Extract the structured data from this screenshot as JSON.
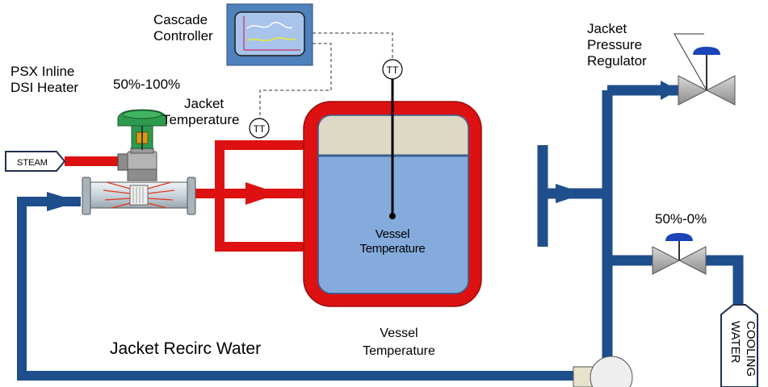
{
  "labels": {
    "cascade_controller": [
      "Cascade",
      "Controller"
    ],
    "heater": [
      "PSX Inline",
      "DSI Heater"
    ],
    "heater_range": "50%-100%",
    "jacket_temperature": [
      "Jacket",
      "Temperature"
    ],
    "vessel_temperature_inside": [
      "Vessel",
      "Temperature"
    ],
    "vessel_temperature_below": [
      "Vessel",
      "Temperature"
    ],
    "jacket_pressure_regulator": [
      "Jacket",
      "Pressure",
      "Regulator"
    ],
    "cooling_valve_range": "50%-0%",
    "jacket_recirc_water": "Jacket Recirc Water",
    "steam": "STEAM",
    "cooling_water": [
      "COOLING",
      "WATER"
    ],
    "tt_jacket": "TT",
    "tt_vessel": "TT"
  },
  "colors": {
    "pipe_blue": "#1f4e8c",
    "pipe_red": "#dd1111",
    "vessel_liquid": "#84abdc",
    "vessel_headspace": "#ddd9c4",
    "controller_screen": "#4f81bd",
    "valve_green": "#2e9a4e",
    "actuator_blue": "#1a44b8"
  }
}
